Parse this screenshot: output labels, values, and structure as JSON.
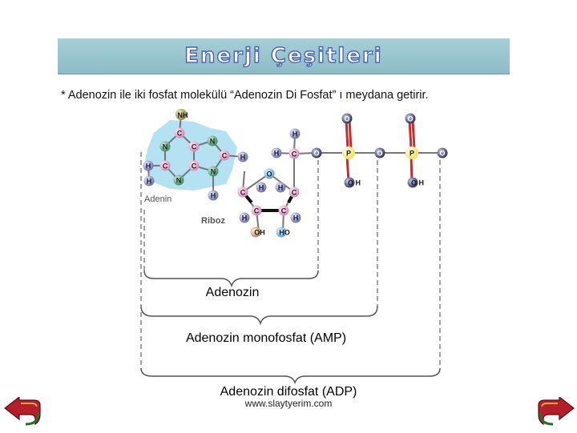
{
  "title": "Enerji Çeşitleri",
  "description": "* Adenozin ile iki fosfat molekülü “Adenozin Di Fosfat” ı meydana getirir.",
  "molecule": {
    "adenine_label": "Adenin",
    "ribose_label": "Riboz",
    "atoms": {
      "nh": "NH",
      "n": "N",
      "c": "C",
      "h": "H",
      "o": "O",
      "p": "P",
      "oh": "OH",
      "ho": "HO",
      "o_h": "O H"
    }
  },
  "brackets": {
    "adenozin": "Adenozin",
    "amp": "Adenozin monofosfat (AMP)",
    "adp": "Adenozin difosfat (ADP)"
  },
  "footer": "www.slaytyerim.com",
  "nav": {
    "back_icon": "back-arrow-icon",
    "forward_icon": "forward-arrow-icon"
  },
  "colors": {
    "title_bar": "#9cc7cf",
    "title_text_stroke": "#4a63b5",
    "adenine_highlight": "#8fd3ec",
    "nitrogen": "#5aa37a",
    "carbon": "#e7a6c9",
    "hydrogen": "#8d92c8",
    "oxygen": "#8dbfe6",
    "phosphate_oxygen": "#4c4f7a",
    "phosphorus": "#fff48a"
  }
}
